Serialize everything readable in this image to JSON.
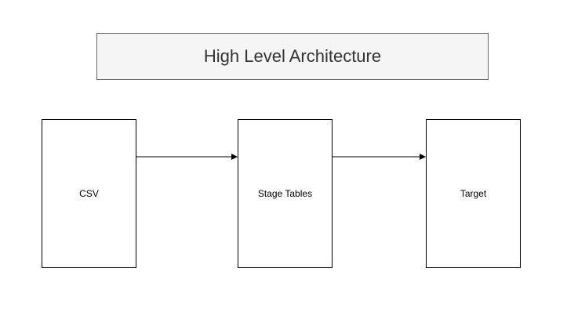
{
  "diagram": {
    "title": "High Level Architecture",
    "nodes": [
      {
        "id": "csv",
        "label": "CSV"
      },
      {
        "id": "stage",
        "label": "Stage Tables"
      },
      {
        "id": "target",
        "label": "Target"
      }
    ],
    "edges": [
      {
        "from": "csv",
        "to": "stage"
      },
      {
        "from": "stage",
        "to": "target"
      }
    ]
  },
  "colors": {
    "title_fill": "#f5f5f5",
    "title_border": "#666666",
    "title_text": "#333333",
    "node_border": "#000000",
    "edge": "#000000"
  }
}
